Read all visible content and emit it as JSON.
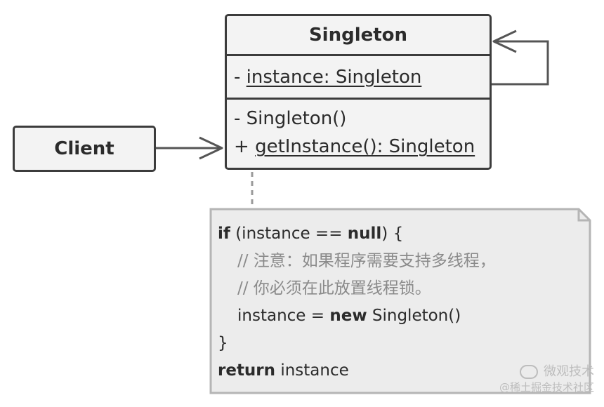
{
  "class": {
    "name": "Singleton",
    "field": {
      "prefix": "- ",
      "text": "instance: Singleton"
    },
    "methods": [
      {
        "prefix": "- ",
        "text": "Singleton()",
        "underline": false
      },
      {
        "prefix": "+ ",
        "text": "getInstance(): Singleton",
        "underline": true
      }
    ]
  },
  "client": {
    "name": "Client"
  },
  "note": {
    "line1_kw": "if",
    "line1_a": " (instance == ",
    "line1_kw2": "null",
    "line1_b": ") {",
    "comment1": "// 注意：如果程序需要支持多线程，",
    "comment2": "// 你必须在此放置线程锁。",
    "line4_a": "instance = ",
    "line4_kw": "new",
    "line4_b": " Singleton()",
    "line5": "}",
    "line6_kw": "return",
    "line6_a": " instance"
  },
  "watermark": {
    "line1": "微观技术",
    "line2": "@稀土掘金技术社区"
  }
}
